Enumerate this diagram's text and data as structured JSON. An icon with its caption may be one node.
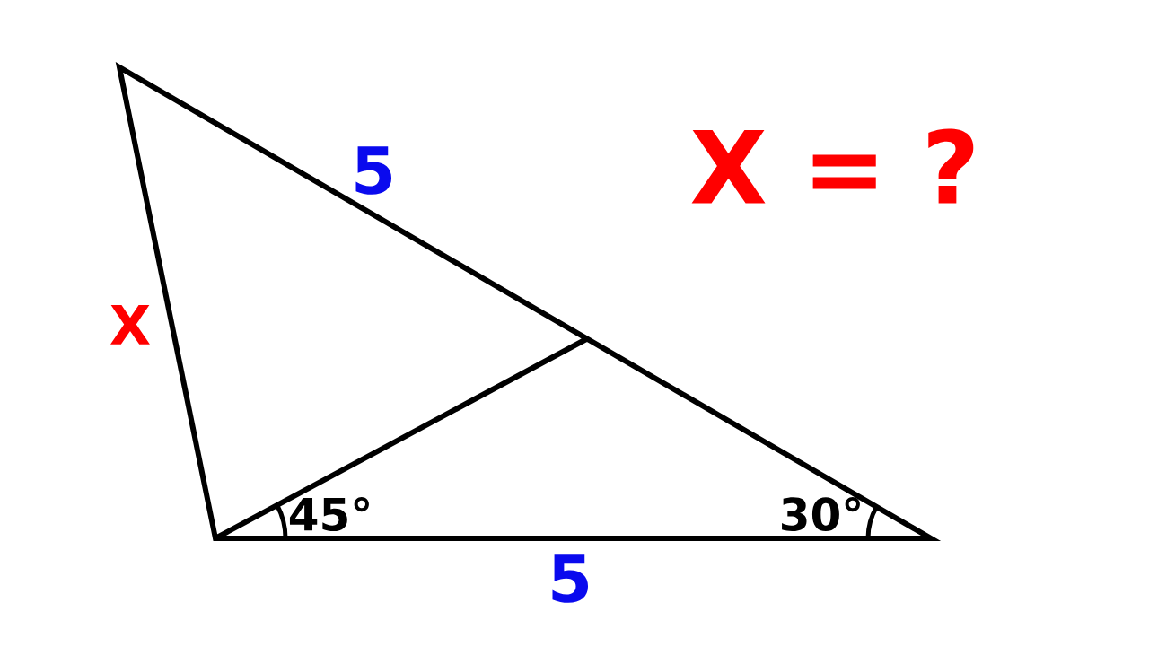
{
  "diagram": {
    "labels": [
      "5",
      "X = ?",
      "X",
      "45°",
      "30°",
      "5"
    ]
  }
}
